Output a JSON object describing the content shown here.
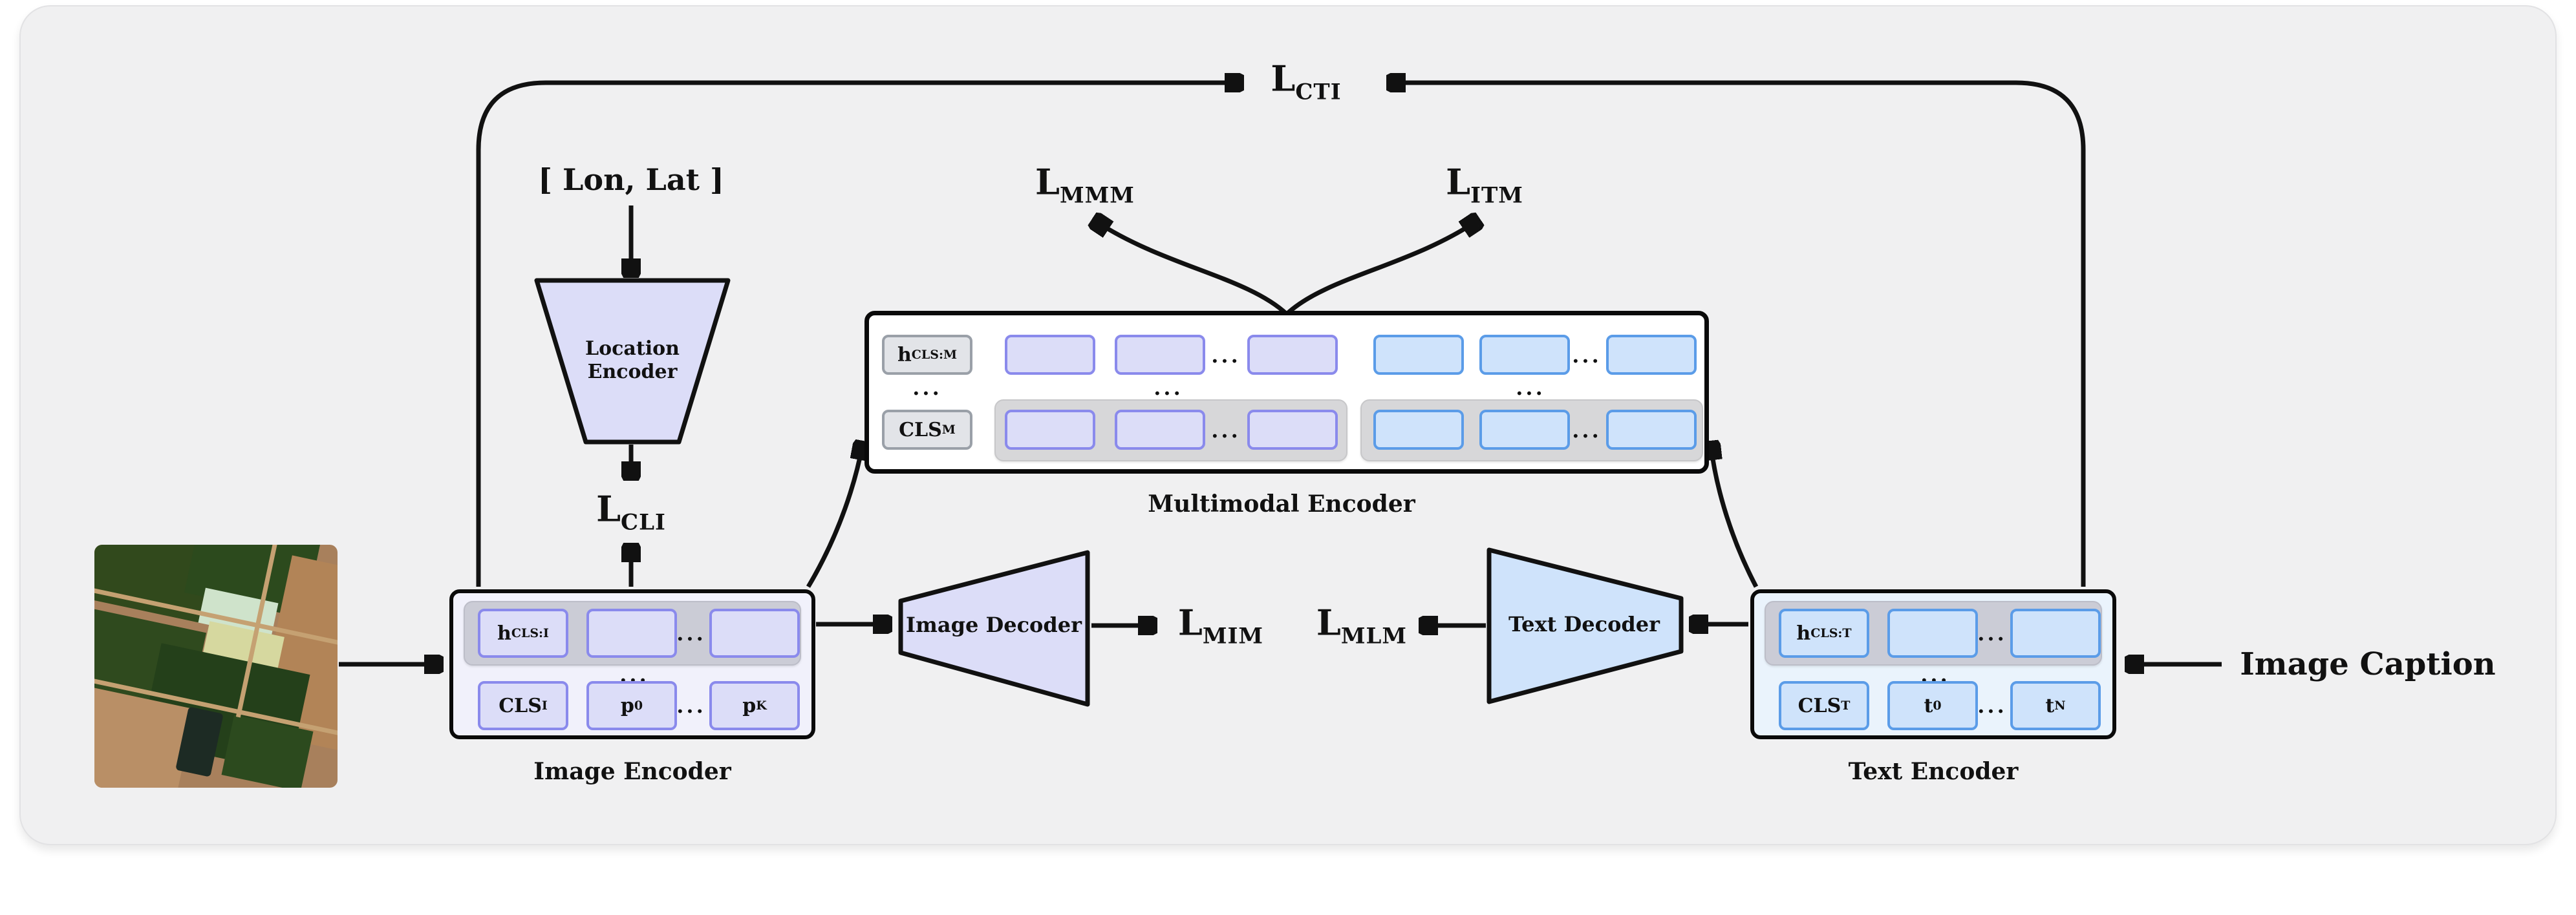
{
  "colors": {
    "panel_bg": "#f0f0f1",
    "line": "#111111",
    "purple_fill": "#dcddf8",
    "purple_border": "#8a8aec",
    "blue_fill": "#cfe3fb",
    "blue_border": "#5b9ce8",
    "gray_token_fill": "#e2e4e8",
    "gray_token_border": "#9aa0a8",
    "gray_container_fill": "#cbccd6",
    "mm_container_fill": "#d7d7d9",
    "image_encoder_bg": "#f1f1fb",
    "text_encoder_bg": "#eaf3fc",
    "multimodal_bg": "#ffffff"
  },
  "ellipsis": "...",
  "losses": {
    "cti": {
      "base": "L",
      "sub": "CTI"
    },
    "mmm": {
      "base": "L",
      "sub": "MMM"
    },
    "itm": {
      "base": "L",
      "sub": "ITM"
    },
    "cli": {
      "base": "L",
      "sub": "CLI"
    },
    "mim": {
      "base": "L",
      "sub": "MIM"
    },
    "mlm": {
      "base": "L",
      "sub": "MLM"
    }
  },
  "inputs": {
    "lon_lat": "[ Lon, Lat ]",
    "image_caption": "Image Caption"
  },
  "location_encoder": {
    "label": "Location Encoder"
  },
  "image_decoder": {
    "label": "Image Decoder"
  },
  "text_decoder": {
    "label": "Text Decoder"
  },
  "multimodal_encoder": {
    "label": "Multimodal Encoder",
    "h_cls": {
      "base": "h",
      "sub": "CLS:M"
    },
    "cls": {
      "base": "CLS",
      "sub": "M"
    }
  },
  "image_encoder": {
    "label": "Image Encoder",
    "h_cls": {
      "base": "h",
      "sub": "CLS:I"
    },
    "cls": {
      "base": "CLS",
      "sub": "I"
    },
    "p0": {
      "base": "p",
      "sub": "0"
    },
    "pk": {
      "base": "p",
      "sub": "K"
    }
  },
  "text_encoder": {
    "label": "Text Encoder",
    "h_cls": {
      "base": "h",
      "sub": "CLS:T"
    },
    "cls": {
      "base": "CLS",
      "sub": "T"
    },
    "t0": {
      "base": "t",
      "sub": "0"
    },
    "tn": {
      "base": "t",
      "sub": "N"
    }
  }
}
